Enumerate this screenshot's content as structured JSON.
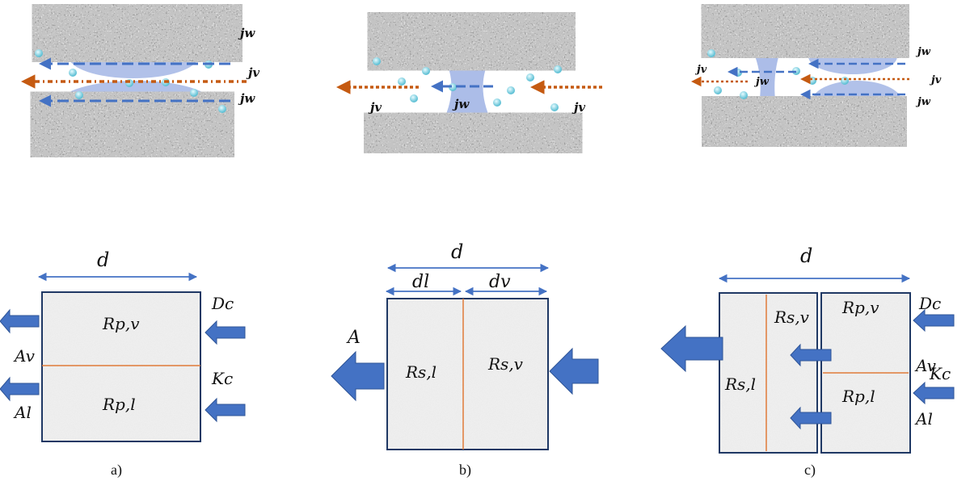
{
  "colors": {
    "arrow_blue": "#4472C4",
    "flux_orange": "#C55A11",
    "meniscus": "#9DB2E4",
    "grain": "#8a8a8a",
    "box_border": "#1F3864",
    "divider_orange": "#E07B39",
    "particle": "#7fcfe0"
  },
  "panels": {
    "a": {
      "top": {
        "jw_top": "jw",
        "jv": "jv",
        "jw_bottom": "jw"
      },
      "bottom": {
        "d": "d",
        "Rpv": "Rp,v",
        "Rpl": "Rp,l",
        "Dc": "Dc",
        "Kc": "Kc",
        "Av": "Av",
        "Al": "Al"
      },
      "caption": "a)"
    },
    "b": {
      "top": {
        "jv_left": "jv",
        "jw": "jw",
        "jv_right": "jv"
      },
      "bottom": {
        "d": "d",
        "dl": "dl",
        "dv": "dv",
        "A": "A",
        "Rsl": "Rs,l",
        "Rsv": "Rs,v"
      },
      "caption": "b)"
    },
    "c": {
      "top": {
        "jw_top": "jw",
        "jv_right": "jv",
        "jw_bottom": "jw",
        "jv_left": "jv",
        "jw_mid": "jw"
      },
      "bottom": {
        "d": "d",
        "Rsl": "Rs,l",
        "Rsv": "Rs,v",
        "Rpv": "Rp,v",
        "Rpl": "Rp,l",
        "Dc": "Dc",
        "Kc": "Kc",
        "Av": "Av",
        "Al": "Al"
      },
      "caption": "c)"
    }
  }
}
